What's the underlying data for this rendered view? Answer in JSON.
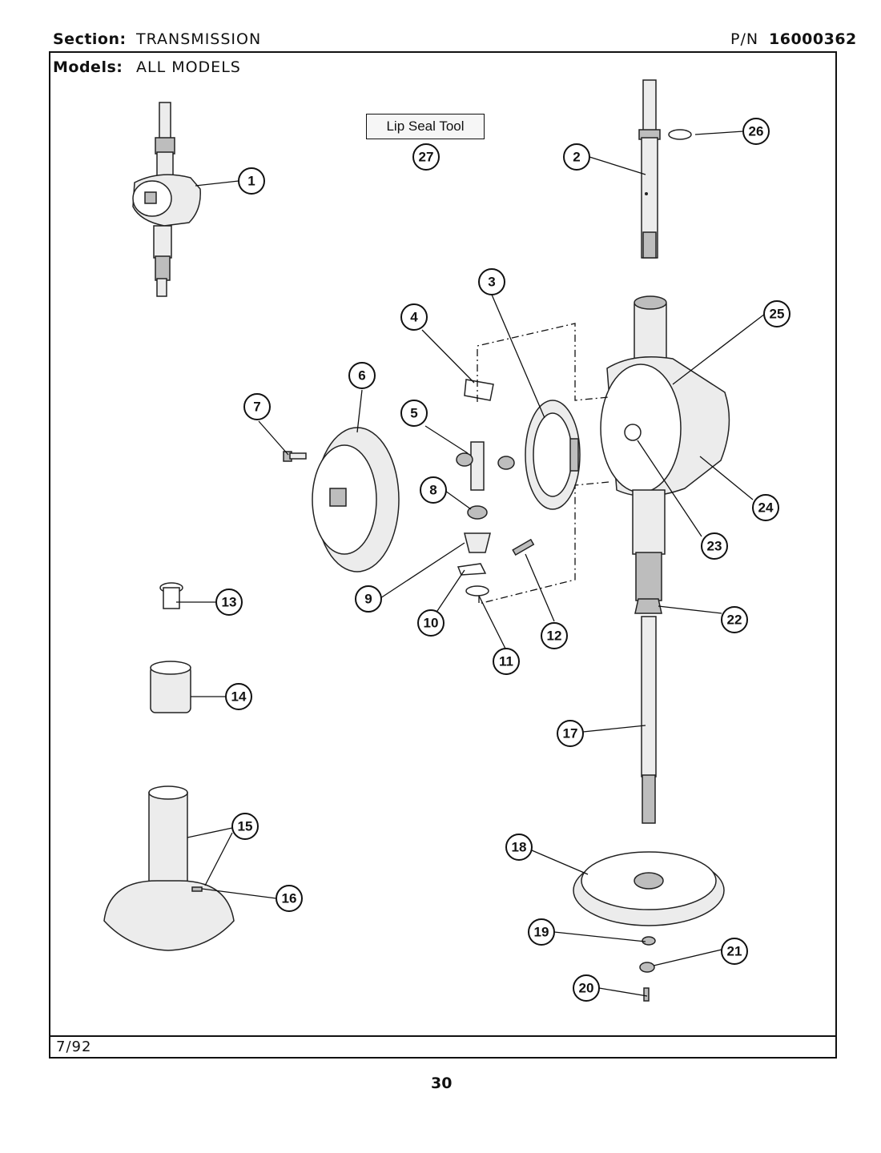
{
  "header": {
    "section_label": "Section:",
    "section_value": "TRANSMISSION",
    "pn_label": "P/N",
    "pn_value": "16000362",
    "models_label": "Models:",
    "models_value": "ALL MODELS"
  },
  "tool_label": "Lip Seal Tool",
  "callouts": [
    "1",
    "2",
    "3",
    "4",
    "5",
    "6",
    "7",
    "8",
    "9",
    "10",
    "11",
    "12",
    "13",
    "14",
    "15",
    "16",
    "17",
    "18",
    "19",
    "20",
    "21",
    "22",
    "23",
    "24",
    "25",
    "26",
    "27"
  ],
  "footer": {
    "date": "7/92",
    "page": "30"
  }
}
